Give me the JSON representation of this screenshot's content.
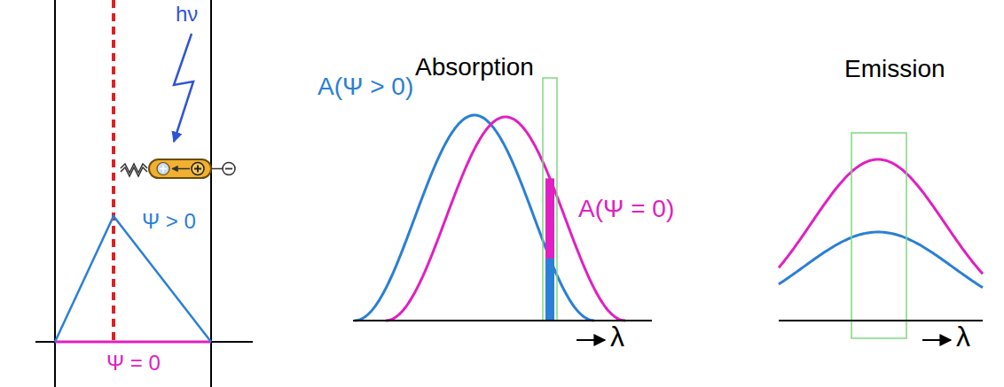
{
  "diagram": {
    "labels": [
      "hν",
      "Ψ > 0",
      "Ψ = 0",
      "Absorption",
      "A(Ψ > 0)",
      "A(Ψ = 0)",
      "λ",
      "Emission",
      "λ"
    ]
  }
}
